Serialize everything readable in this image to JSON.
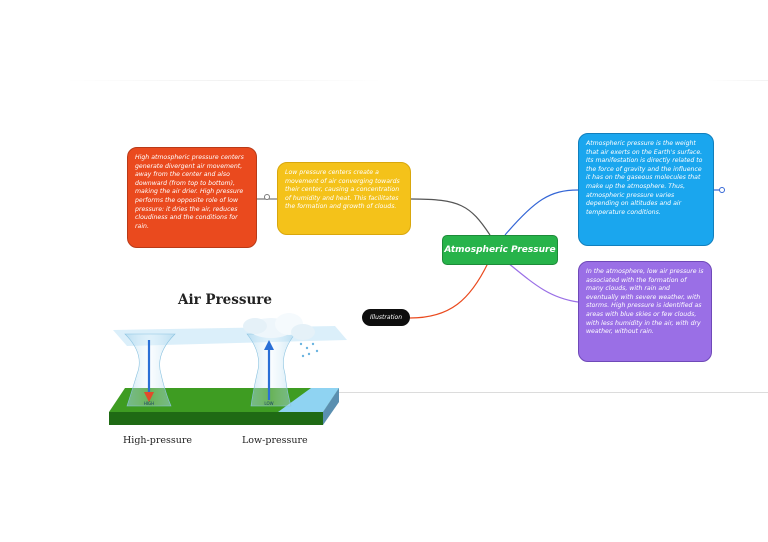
{
  "center": {
    "label": "Atmospheric Pressure"
  },
  "nodes": {
    "high_pressure": "High atmospheric pressure centers generate divergent air movement, away from the center and also downward (from top to bottom), making the air drier. High pressure performs the opposite role of low pressure: it dries the air, reduces cloudiness and the conditions for rain.",
    "low_pressure": "Low pressure centers create a movement of air converging towards their center, causing a concentration of humidity and heat. This facilitates the formation and growth of clouds.",
    "definition": "Atmospheric pressure is the weight that air exerts on the Earth's surface. Its manifestation is directly related to the force of gravity and the influence it has on the gaseous molecules that make up the atmosphere. Thus, atmospheric pressure varies depending on altitudes and air temperature conditions.",
    "weather": "In the atmosphere, low air pressure is associated with the formation of many clouds, with rain and eventually with severe weather, with storms. High pressure is identified as areas with blue skies or few clouds, with less humidity in the air, with dry weather, without rain."
  },
  "illustration": {
    "label": "Illustration",
    "title": "Air Pressure",
    "high_caption": "High-pressure",
    "low_caption": "Low-pressure",
    "high_marker": "HIGH",
    "low_marker": "LOW"
  },
  "colors": {
    "red": "#ea4a1e",
    "yellow": "#f4c21a",
    "blue": "#1aa6ee",
    "purple": "#9a6fe6",
    "green": "#27b34a",
    "black": "#0e0e0e"
  }
}
